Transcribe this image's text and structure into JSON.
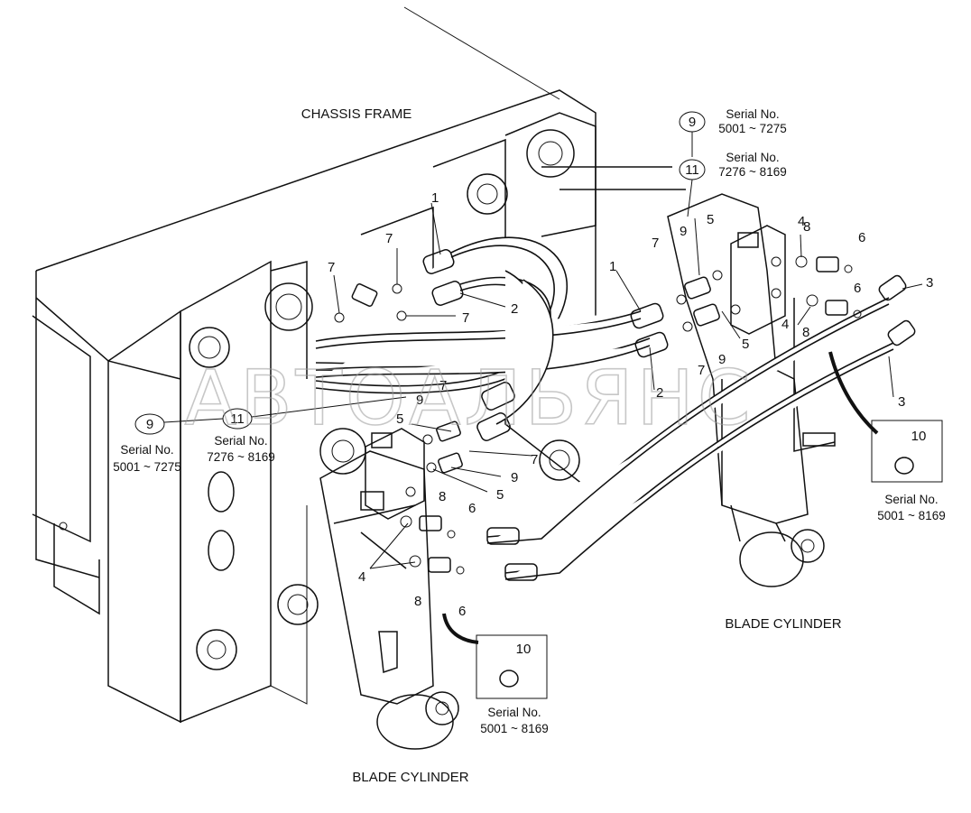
{
  "labels": {
    "chassis_frame": "CHASSIS FRAME",
    "blade_cylinder_left": "BLADE CYLINDER",
    "blade_cylinder_right": "BLADE CYLINDER"
  },
  "serials": {
    "top_a": {
      "callout": "9",
      "line1": "Serial No.",
      "line2": "5001 ~ 7275"
    },
    "top_b": {
      "callout": "11",
      "line1": "Serial No.",
      "line2": "7276 ~ 8169"
    },
    "left_a": {
      "callout": "9",
      "line1": "Serial No.",
      "line2": "5001 ~ 7275"
    },
    "left_b": {
      "callout": "11",
      "line1": "Serial No.",
      "line2": "7276 ~ 8169"
    },
    "inset_right": {
      "callout": "10",
      "line1": "Serial No.",
      "line2": "5001 ~ 8169"
    },
    "inset_left": {
      "callout": "10",
      "line1": "Serial No.",
      "line2": "5001 ~ 8169"
    }
  },
  "part_numbers": {
    "p1a": "1",
    "p1b": "1",
    "p2a": "2",
    "p2b": "2",
    "p3a": "3",
    "p3b": "3",
    "p4a": "4",
    "p4b": "4",
    "p4c": "4",
    "p5a": "5",
    "p5b": "5",
    "p5c": "5",
    "p5d": "5",
    "p6a": "6",
    "p6b": "6",
    "p6c": "6",
    "p6d": "6",
    "p7a": "7",
    "p7b": "7",
    "p7c": "7",
    "p7d": "7",
    "p7e": "7",
    "p7f": "7",
    "p7g": "7",
    "p8a": "8",
    "p8b": "8",
    "p8c": "8",
    "p8d": "8",
    "p9a": "9",
    "p9b": "9",
    "p9c": "9",
    "p9d": "9"
  },
  "watermark": "АВТОАЛЬЯНС"
}
